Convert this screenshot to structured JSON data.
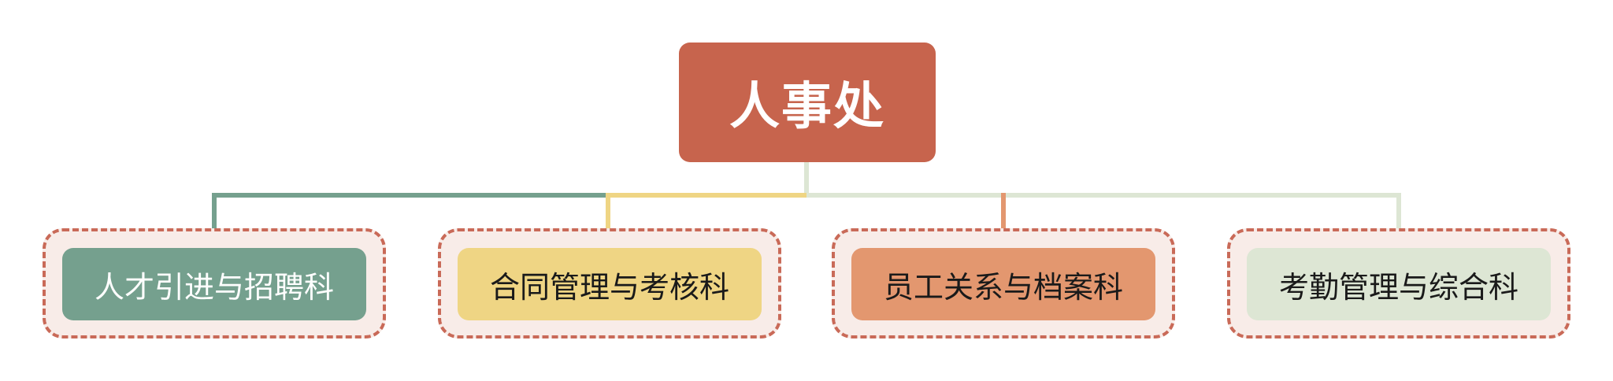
{
  "root": {
    "label": "人事处",
    "color": "#c7644d"
  },
  "departments": [
    {
      "label": "人才引进与招聘科",
      "color": "#75a08e",
      "text_color": "#ffffff"
    },
    {
      "label": "合同管理与考核科",
      "color": "#efd584",
      "text_color": "#1a1a1a"
    },
    {
      "label": "员工关系与档案科",
      "color": "#e3976f",
      "text_color": "#1a1a1a"
    },
    {
      "label": "考勤管理与综合科",
      "color": "#dde6d4",
      "text_color": "#1a1a1a"
    }
  ],
  "frame_style": {
    "border_color": "#c96a58",
    "fill_color": "#f8ece8"
  }
}
